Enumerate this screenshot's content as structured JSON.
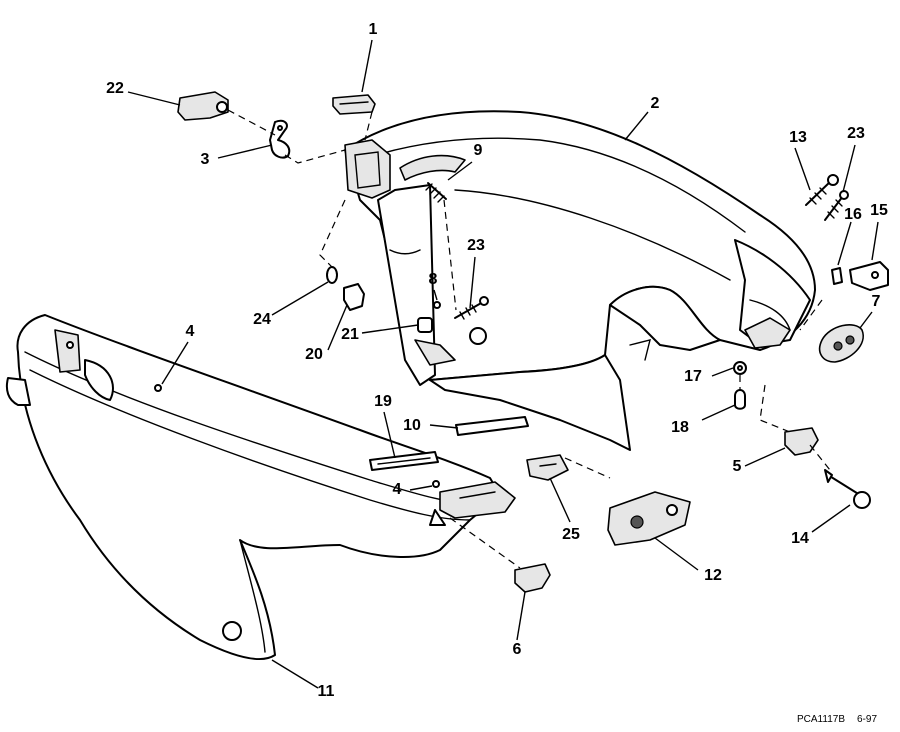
{
  "callouts": {
    "c1": "1",
    "c2": "2",
    "c3": "3",
    "c4a": "4",
    "c4b": "4",
    "c5": "5",
    "c6": "6",
    "c7": "7",
    "c8": "8",
    "c9": "9",
    "c10": "10",
    "c11": "11",
    "c12": "12",
    "c13": "13",
    "c14": "14",
    "c15": "15",
    "c16": "16",
    "c17": "17",
    "c18": "18",
    "c19": "19",
    "c20": "20",
    "c21": "21",
    "c22": "22",
    "c23a": "23",
    "c23b": "23",
    "c24": "24",
    "c25": "25"
  },
  "footer": {
    "code": "PCA1117B",
    "date": "6-97"
  }
}
